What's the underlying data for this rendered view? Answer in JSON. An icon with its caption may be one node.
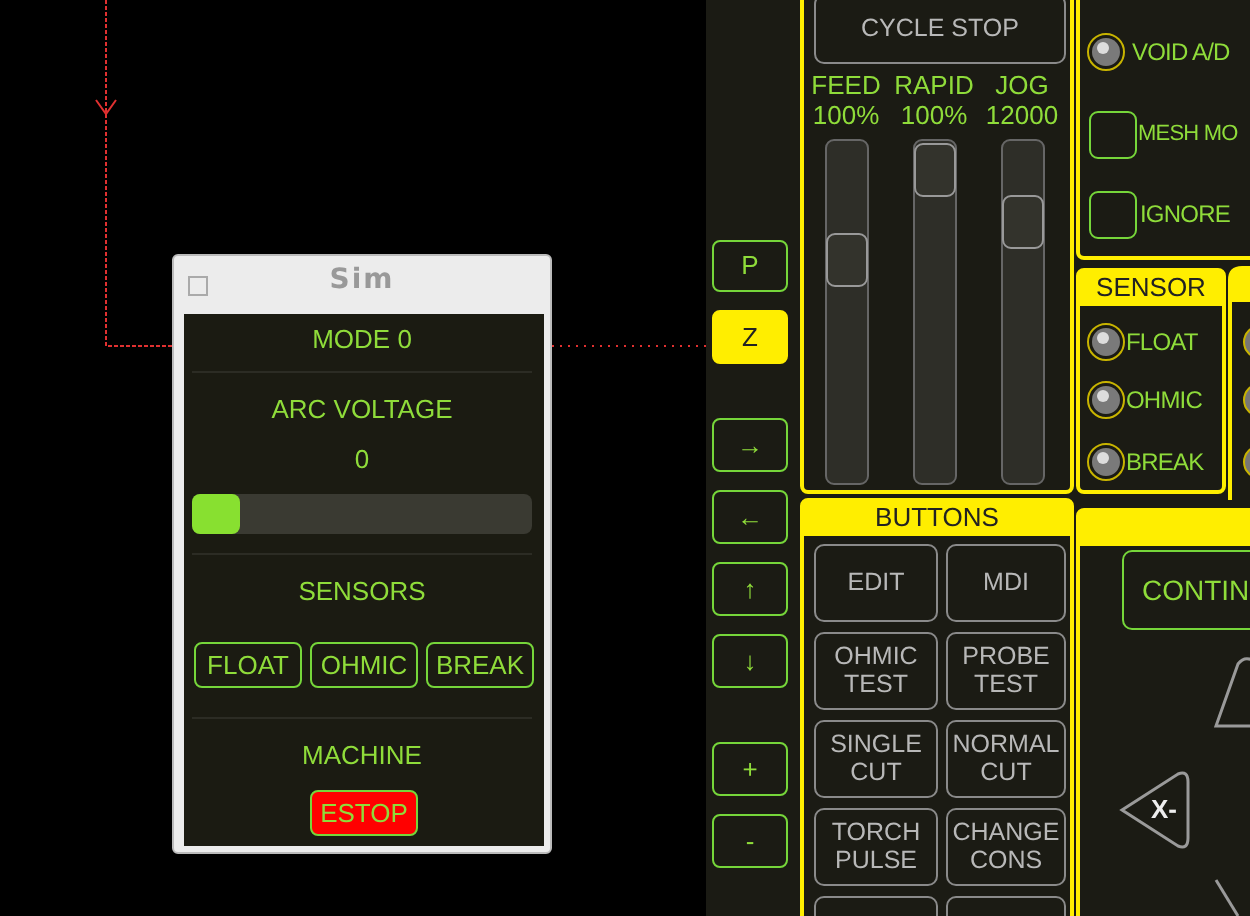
{
  "diagram": {
    "nodes": [
      {
        "text": [
          "Sim"
        ]
      },
      {
        "text": [
          "FLOAT"
        ],
        "in": 0
      },
      {
        "text": [
          "OHMIC"
        ],
        "in": 0
      },
      {
        "text": [
          "BREAK"
        ],
        "in": 0
      },
      {
        "text": [
          "ESTOP"
        ],
        "in": 0
      },
      {
        "text": [
          "P"
        ]
      },
      {
        "text": [
          "Z"
        ]
      },
      {
        "text": [
          "→"
        ]
      },
      {
        "text": [
          "←"
        ]
      },
      {
        "text": [
          "↑"
        ]
      },
      {
        "text": [
          "↓"
        ]
      },
      {
        "text": [
          "+"
        ]
      },
      {
        "text": [
          "-"
        ]
      },
      {
        "text": [],
        "shape": "box"
      },
      {
        "text": [
          "CYCLE STOP"
        ],
        "in": 13
      },
      {
        "text": [],
        "shape": "box"
      },
      {
        "text": [
          "SENSOR"
        ]
      },
      {
        "text": [
          "BUTTONS"
        ]
      },
      {
        "text": [
          "EDIT"
        ],
        "in": 17
      },
      {
        "text": [
          "MDI"
        ],
        "in": 17
      },
      {
        "text": [
          "OHMIC TEST"
        ],
        "in": 17
      },
      {
        "text": [
          "PROBE TEST"
        ],
        "in": 17
      },
      {
        "text": [
          "SINGLE CUT"
        ],
        "in": 17
      },
      {
        "text": [
          "NORMAL CUT"
        ],
        "in": 17
      },
      {
        "text": [
          "TORCH PULSE"
        ],
        "in": 17
      },
      {
        "text": [
          "CHANGE CONS"
        ],
        "in": 17
      },
      {
        "text": [],
        "shape": "box",
        "in": 17
      },
      {
        "text": [],
        "shape": "box",
        "in": 17
      },
      {
        "text": [],
        "shape": "box"
      },
      {
        "text": [
          "CONTIN"
        ],
        "in": 28
      },
      {
        "text": [
          "X-"
        ],
        "in": 28
      }
    ],
    "labels": [
      "MODE 0",
      "ARC VOLTAGE",
      "0",
      "SENSORS",
      "MACHINE",
      "FEED",
      "RAPID",
      "JOG",
      "100%",
      "100%",
      "12000",
      "VOID A/D",
      "MESH MO",
      "IGNORE",
      "FLOAT",
      "OHMIC",
      "BREAK"
    ]
  }
}
